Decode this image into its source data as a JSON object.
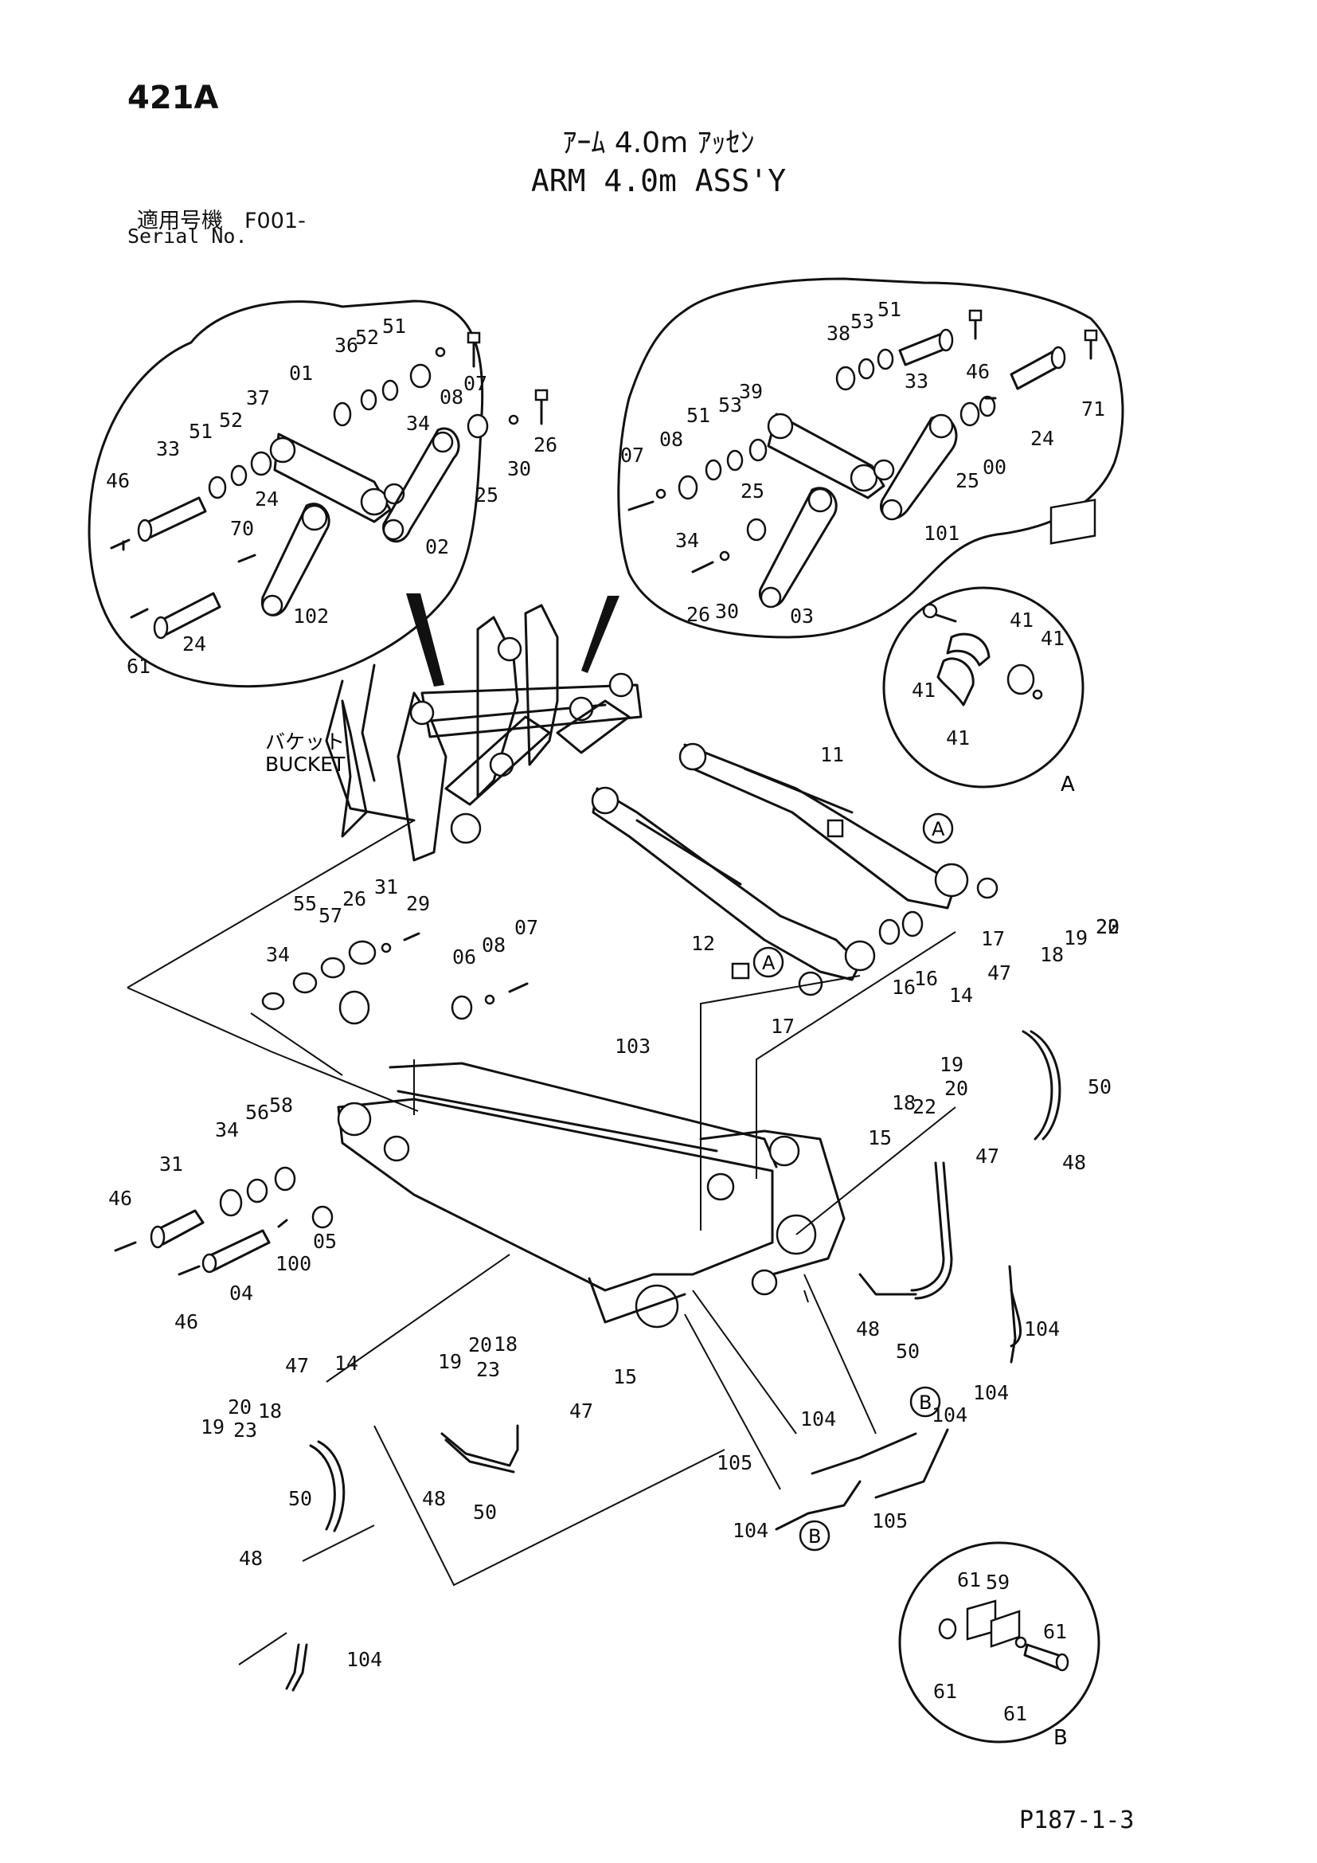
{
  "header": {
    "page_id": "421A",
    "title_jp": "ｱｰﾑ 4.0m ｱｯｾﾝ",
    "title_en": "ARM 4.0m ASS'Y",
    "serial_label_jp": "適用号機　F001-",
    "serial_label_en": "Serial No."
  },
  "callouts": {
    "bucket_jp": "バケット",
    "bucket_en": "BUCKET",
    "detail_a": "A",
    "detail_b": "B"
  },
  "part_labels": [
    {
      "id": "l01",
      "text": "01"
    },
    {
      "id": "l02",
      "text": "02"
    },
    {
      "id": "l03",
      "text": "03"
    },
    {
      "id": "l04",
      "text": "04"
    },
    {
      "id": "l05",
      "text": "05"
    },
    {
      "id": "l06",
      "text": "06"
    },
    {
      "id": "l07a",
      "text": "07"
    },
    {
      "id": "l07b",
      "text": "07"
    },
    {
      "id": "l07c",
      "text": "07"
    },
    {
      "id": "l08a",
      "text": "08"
    },
    {
      "id": "l08b",
      "text": "08"
    },
    {
      "id": "l08c",
      "text": "08"
    },
    {
      "id": "l11",
      "text": "11"
    },
    {
      "id": "l12",
      "text": "12"
    },
    {
      "id": "l14a",
      "text": "14"
    },
    {
      "id": "l14b",
      "text": "14"
    },
    {
      "id": "l15a",
      "text": "15"
    },
    {
      "id": "l15b",
      "text": "15"
    },
    {
      "id": "l16a",
      "text": "16"
    },
    {
      "id": "l16b",
      "text": "16"
    },
    {
      "id": "l17a",
      "text": "17"
    },
    {
      "id": "l17b",
      "text": "17"
    },
    {
      "id": "l18a",
      "text": "18"
    },
    {
      "id": "l18b",
      "text": "18"
    },
    {
      "id": "l18c",
      "text": "18"
    },
    {
      "id": "l18d",
      "text": "18"
    },
    {
      "id": "l19a",
      "text": "19"
    },
    {
      "id": "l19b",
      "text": "19"
    },
    {
      "id": "l19c",
      "text": "19"
    },
    {
      "id": "l19d",
      "text": "19"
    },
    {
      "id": "l20a",
      "text": "20"
    },
    {
      "id": "l20b",
      "text": "20"
    },
    {
      "id": "l20c",
      "text": "20"
    },
    {
      "id": "l20d",
      "text": "20"
    },
    {
      "id": "l22a",
      "text": "22"
    },
    {
      "id": "l22b",
      "text": "22"
    },
    {
      "id": "l23a",
      "text": "23"
    },
    {
      "id": "l23b",
      "text": "23"
    },
    {
      "id": "l24a",
      "text": "24"
    },
    {
      "id": "l24b",
      "text": "24"
    },
    {
      "id": "l24c",
      "text": "24"
    },
    {
      "id": "l25a",
      "text": "25"
    },
    {
      "id": "l25b",
      "text": "25"
    },
    {
      "id": "l25c",
      "text": "25"
    },
    {
      "id": "l26a",
      "text": "26"
    },
    {
      "id": "l26b",
      "text": "26"
    },
    {
      "id": "l26c",
      "text": "26"
    },
    {
      "id": "l29",
      "text": "29"
    },
    {
      "id": "l30a",
      "text": "30"
    },
    {
      "id": "l30b",
      "text": "30"
    },
    {
      "id": "l31a",
      "text": "31"
    },
    {
      "id": "l31b",
      "text": "31"
    },
    {
      "id": "l33a",
      "text": "33"
    },
    {
      "id": "l33b",
      "text": "33"
    },
    {
      "id": "l34a",
      "text": "34"
    },
    {
      "id": "l34b",
      "text": "34"
    },
    {
      "id": "l34c",
      "text": "34"
    },
    {
      "id": "l34d",
      "text": "34"
    },
    {
      "id": "l36",
      "text": "36"
    },
    {
      "id": "l37",
      "text": "37"
    },
    {
      "id": "l38",
      "text": "38"
    },
    {
      "id": "l39",
      "text": "39"
    },
    {
      "id": "l41a",
      "text": "41"
    },
    {
      "id": "l41b",
      "text": "41"
    },
    {
      "id": "l41c",
      "text": "41"
    },
    {
      "id": "l41d",
      "text": "41"
    },
    {
      "id": "l46a",
      "text": "46"
    },
    {
      "id": "l46b",
      "text": "46"
    },
    {
      "id": "l46c",
      "text": "46"
    },
    {
      "id": "l46d",
      "text": "46"
    },
    {
      "id": "l47a",
      "text": "47"
    },
    {
      "id": "l47b",
      "text": "47"
    },
    {
      "id": "l47c",
      "text": "47"
    },
    {
      "id": "l47d",
      "text": "47"
    },
    {
      "id": "l48a",
      "text": "48"
    },
    {
      "id": "l48b",
      "text": "48"
    },
    {
      "id": "l48c",
      "text": "48"
    },
    {
      "id": "l48d",
      "text": "48"
    },
    {
      "id": "l50a",
      "text": "50"
    },
    {
      "id": "l50b",
      "text": "50"
    },
    {
      "id": "l50c",
      "text": "50"
    },
    {
      "id": "l50d",
      "text": "50"
    },
    {
      "id": "l51a",
      "text": "51"
    },
    {
      "id": "l51b",
      "text": "51"
    },
    {
      "id": "l51c",
      "text": "51"
    },
    {
      "id": "l51d",
      "text": "51"
    },
    {
      "id": "l52a",
      "text": "52"
    },
    {
      "id": "l52b",
      "text": "52"
    },
    {
      "id": "l53a",
      "text": "53"
    },
    {
      "id": "l53b",
      "text": "53"
    },
    {
      "id": "l55",
      "text": "55"
    },
    {
      "id": "l56",
      "text": "56"
    },
    {
      "id": "l57",
      "text": "57"
    },
    {
      "id": "l58",
      "text": "58"
    },
    {
      "id": "l59",
      "text": "59"
    },
    {
      "id": "l61a",
      "text": "61"
    },
    {
      "id": "l61b",
      "text": "61"
    },
    {
      "id": "l61c",
      "text": "61"
    },
    {
      "id": "l61d",
      "text": "61"
    },
    {
      "id": "l61e",
      "text": "61"
    },
    {
      "id": "l70",
      "text": "70"
    },
    {
      "id": "l71",
      "text": "71"
    },
    {
      "id": "l00",
      "text": "00"
    },
    {
      "id": "l100",
      "text": "100"
    },
    {
      "id": "l101",
      "text": "101"
    },
    {
      "id": "l102",
      "text": "102"
    },
    {
      "id": "l103",
      "text": "103"
    },
    {
      "id": "l104a",
      "text": "104"
    },
    {
      "id": "l104b",
      "text": "104"
    },
    {
      "id": "l104c",
      "text": "104"
    },
    {
      "id": "l104d",
      "text": "104"
    },
    {
      "id": "l104e",
      "text": "104"
    },
    {
      "id": "l104f",
      "text": "104"
    },
    {
      "id": "l105a",
      "text": "105"
    },
    {
      "id": "l105b",
      "text": "105"
    }
  ],
  "footer": {
    "page_ref": "P187-1-3"
  }
}
